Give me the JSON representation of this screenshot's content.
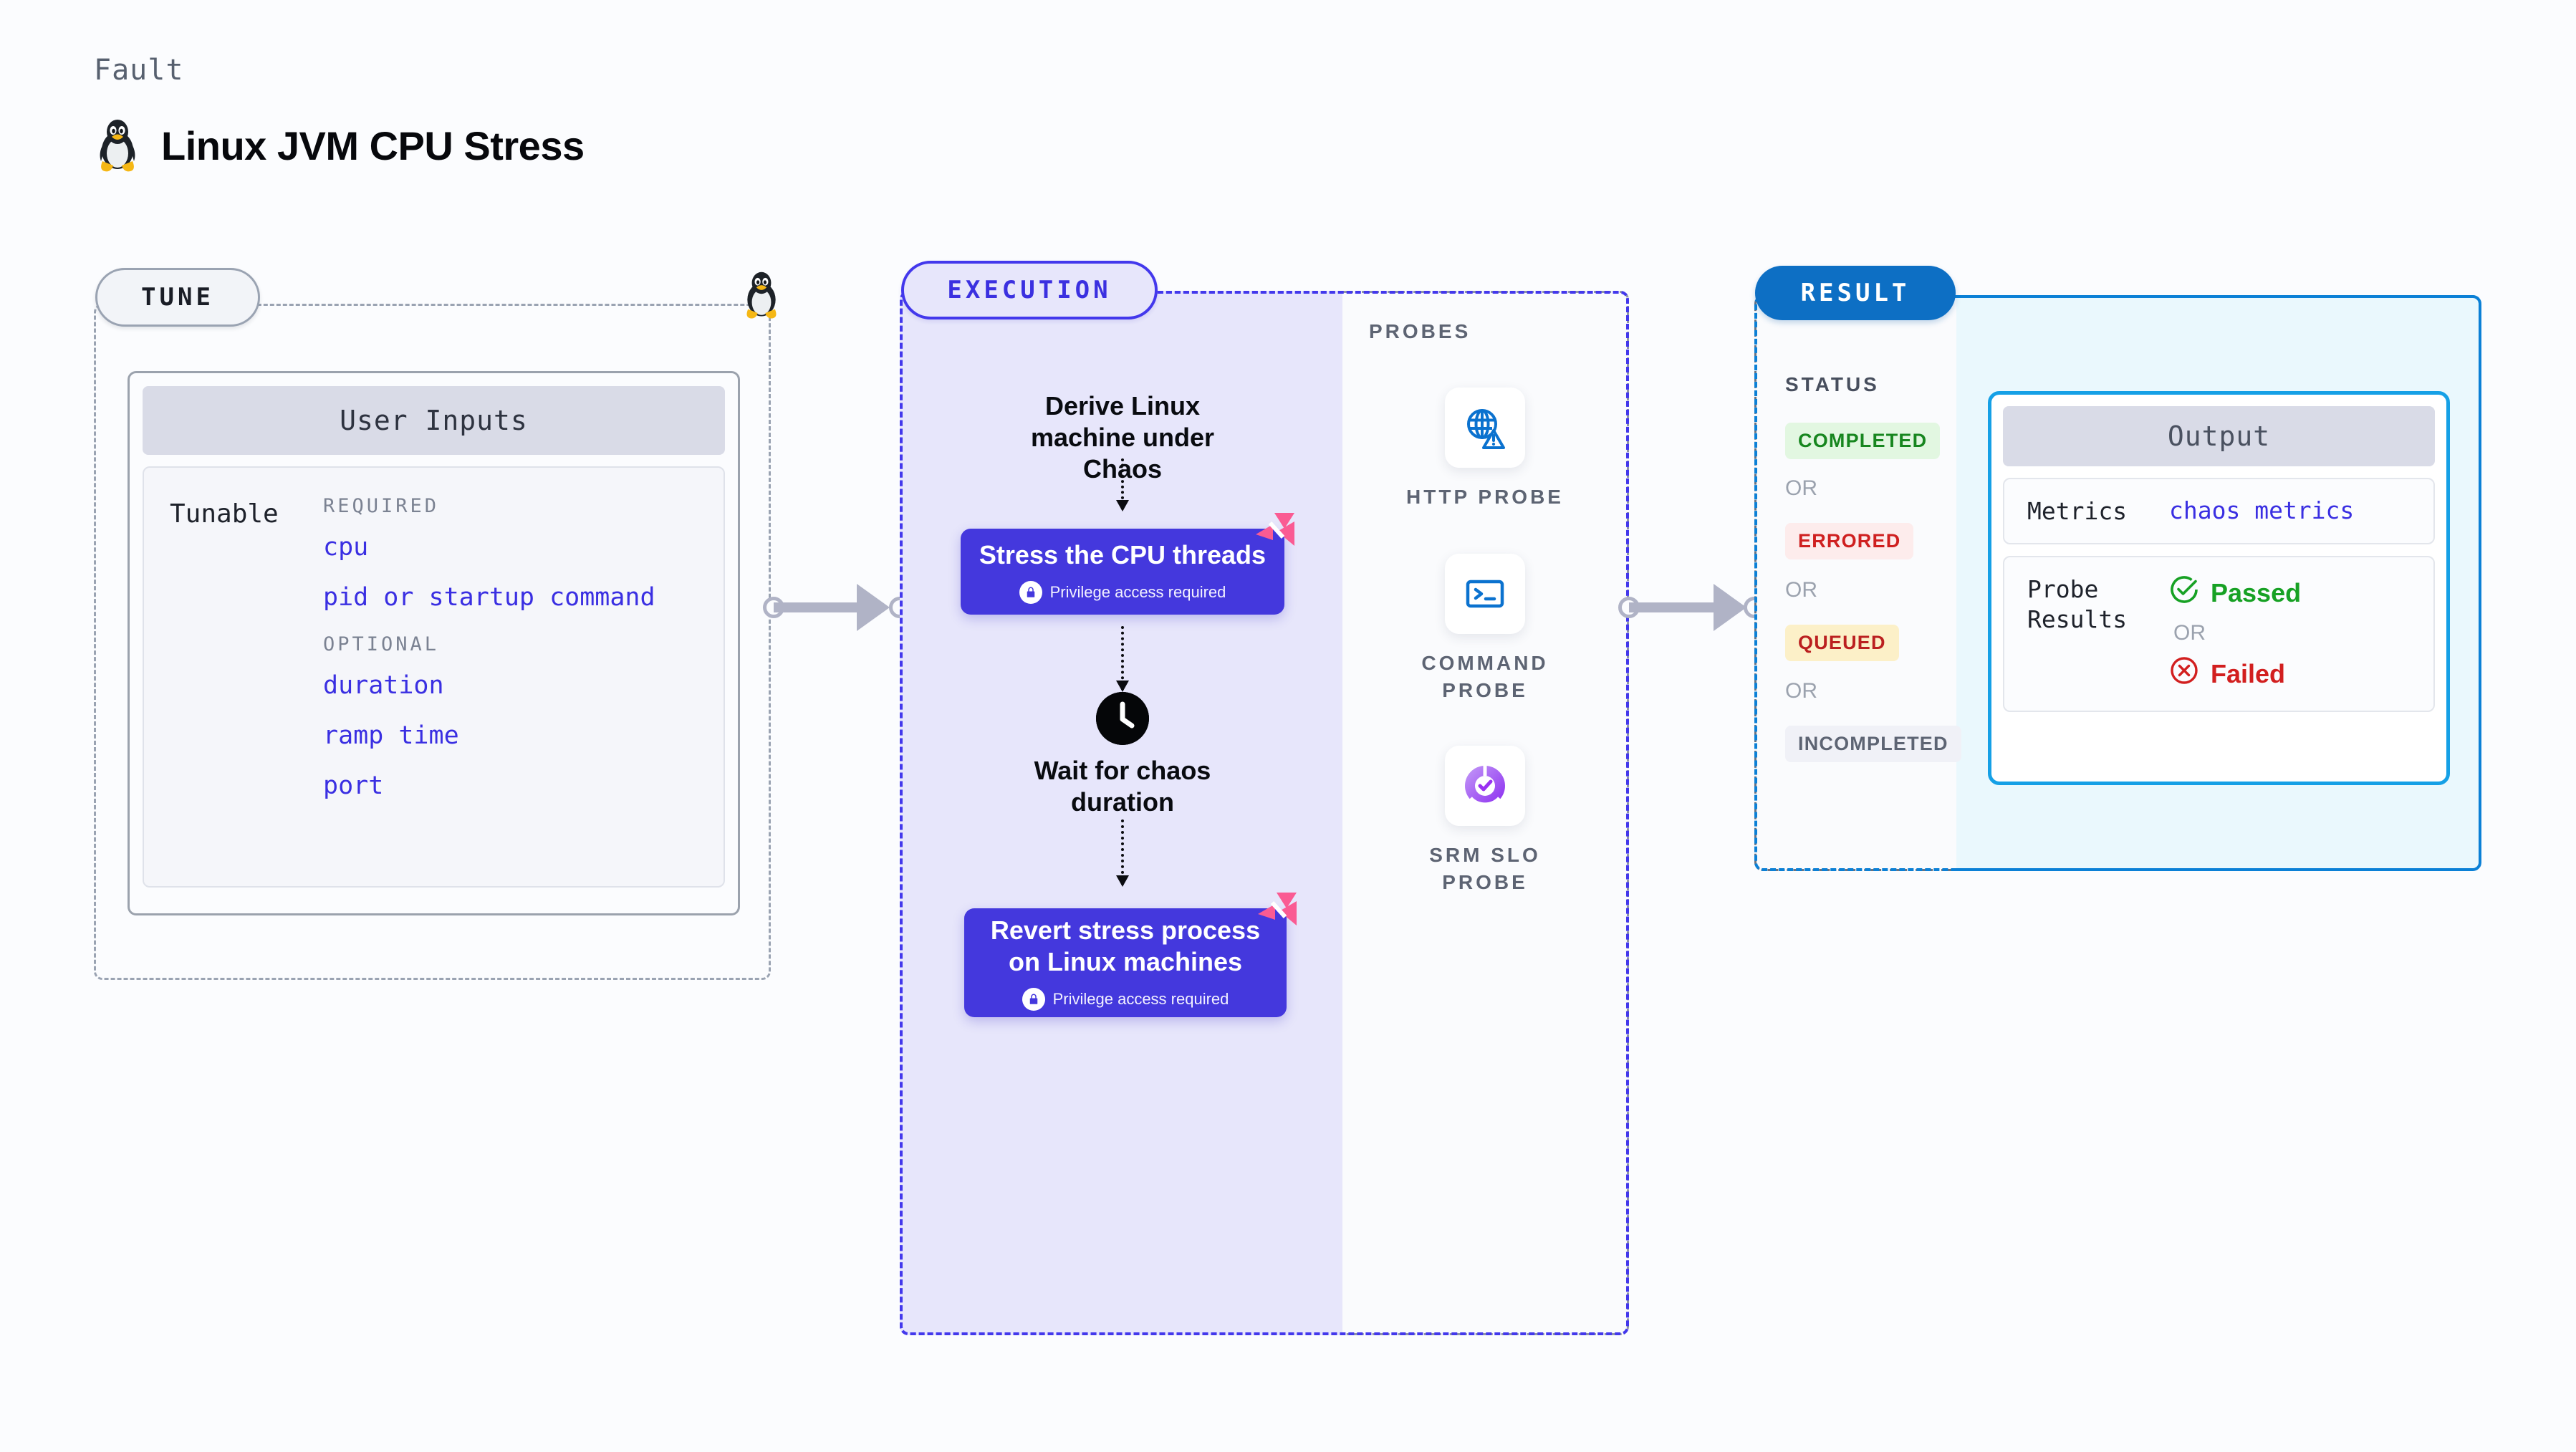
{
  "header": {
    "eyebrow": "Fault",
    "title": "Linux JVM CPU Stress",
    "icon": "linux-penguin-icon"
  },
  "stages": {
    "tune": {
      "pill_label": "TUNE"
    },
    "execution": {
      "pill_label": "EXECUTION"
    },
    "result": {
      "pill_label": "RESULT"
    }
  },
  "tune": {
    "card_title": "User Inputs",
    "row_label": "Tunable",
    "groups": [
      {
        "title": "REQUIRED",
        "params": [
          "cpu",
          "pid or startup command"
        ]
      },
      {
        "title": "OPTIONAL",
        "params": [
          "duration",
          "ramp time",
          "port"
        ]
      }
    ]
  },
  "execution": {
    "derive_title": "Derive Linux machine under Chaos",
    "wait_title": "Wait for chaos duration",
    "wait_icon": "clock-icon",
    "cards": [
      {
        "title": "Stress the CPU threads",
        "privilege_note": "Privilege access required",
        "privilege_icon": "lock-icon",
        "badge_icon": "chaos-logo-icon"
      },
      {
        "title": "Revert stress process on Linux machines",
        "privilege_note": "Privilege access required",
        "privilege_icon": "lock-icon",
        "badge_icon": "chaos-logo-icon"
      }
    ]
  },
  "probes": {
    "section_label": "PROBES",
    "items": [
      {
        "name": "HTTP PROBE",
        "icon": "globe-warning-icon"
      },
      {
        "name": "COMMAND PROBE",
        "icon": "terminal-icon"
      },
      {
        "name": "SRM SLO PROBE",
        "icon": "slo-donut-check-icon"
      }
    ]
  },
  "result": {
    "status_label": "STATUS",
    "or_label": "OR",
    "statuses": [
      {
        "label": "COMPLETED",
        "bg": "#e2f7e1",
        "fg": "#17861f"
      },
      {
        "label": "ERRORED",
        "bg": "#fdecec",
        "fg": "#cf2020"
      },
      {
        "label": "QUEUED",
        "bg": "#fcf0c8",
        "fg": "#bb2020"
      },
      {
        "label": "INCOMPLETED",
        "bg": "#f0f1f7",
        "fg": "#5d6473"
      }
    ],
    "output": {
      "card_title": "Output",
      "metrics_key": "Metrics",
      "metrics_value": "chaos metrics",
      "probe_results_key": "Probe Results",
      "passed_label": "Passed",
      "passed_icon": "check-circle-icon",
      "failed_label": "Failed",
      "failed_icon": "x-circle-icon",
      "or_label": "OR"
    }
  },
  "colors": {
    "execution_purple": "#4438dd",
    "execution_bg": "#e7e6fb",
    "result_blue": "#0b80d6",
    "result_bg": "#eaf8fd",
    "param_blue": "#3a2fe2",
    "pass_green": "#17a124",
    "fail_red": "#d21f1f",
    "chaos_pink": "#fa5b93"
  }
}
